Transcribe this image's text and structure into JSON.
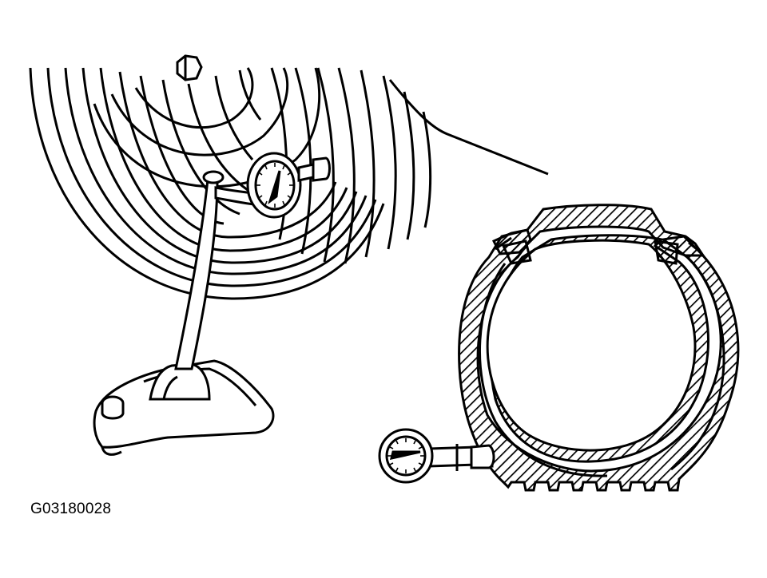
{
  "figure": {
    "id_label": "G03180028"
  },
  "colors": {
    "ink": "#000000",
    "paper": "#ffffff"
  },
  "icons": {
    "left": "tire-runout-dial-indicator-on-magnetic-base",
    "right": "tire-cross-section-with-pressure-gauge"
  }
}
